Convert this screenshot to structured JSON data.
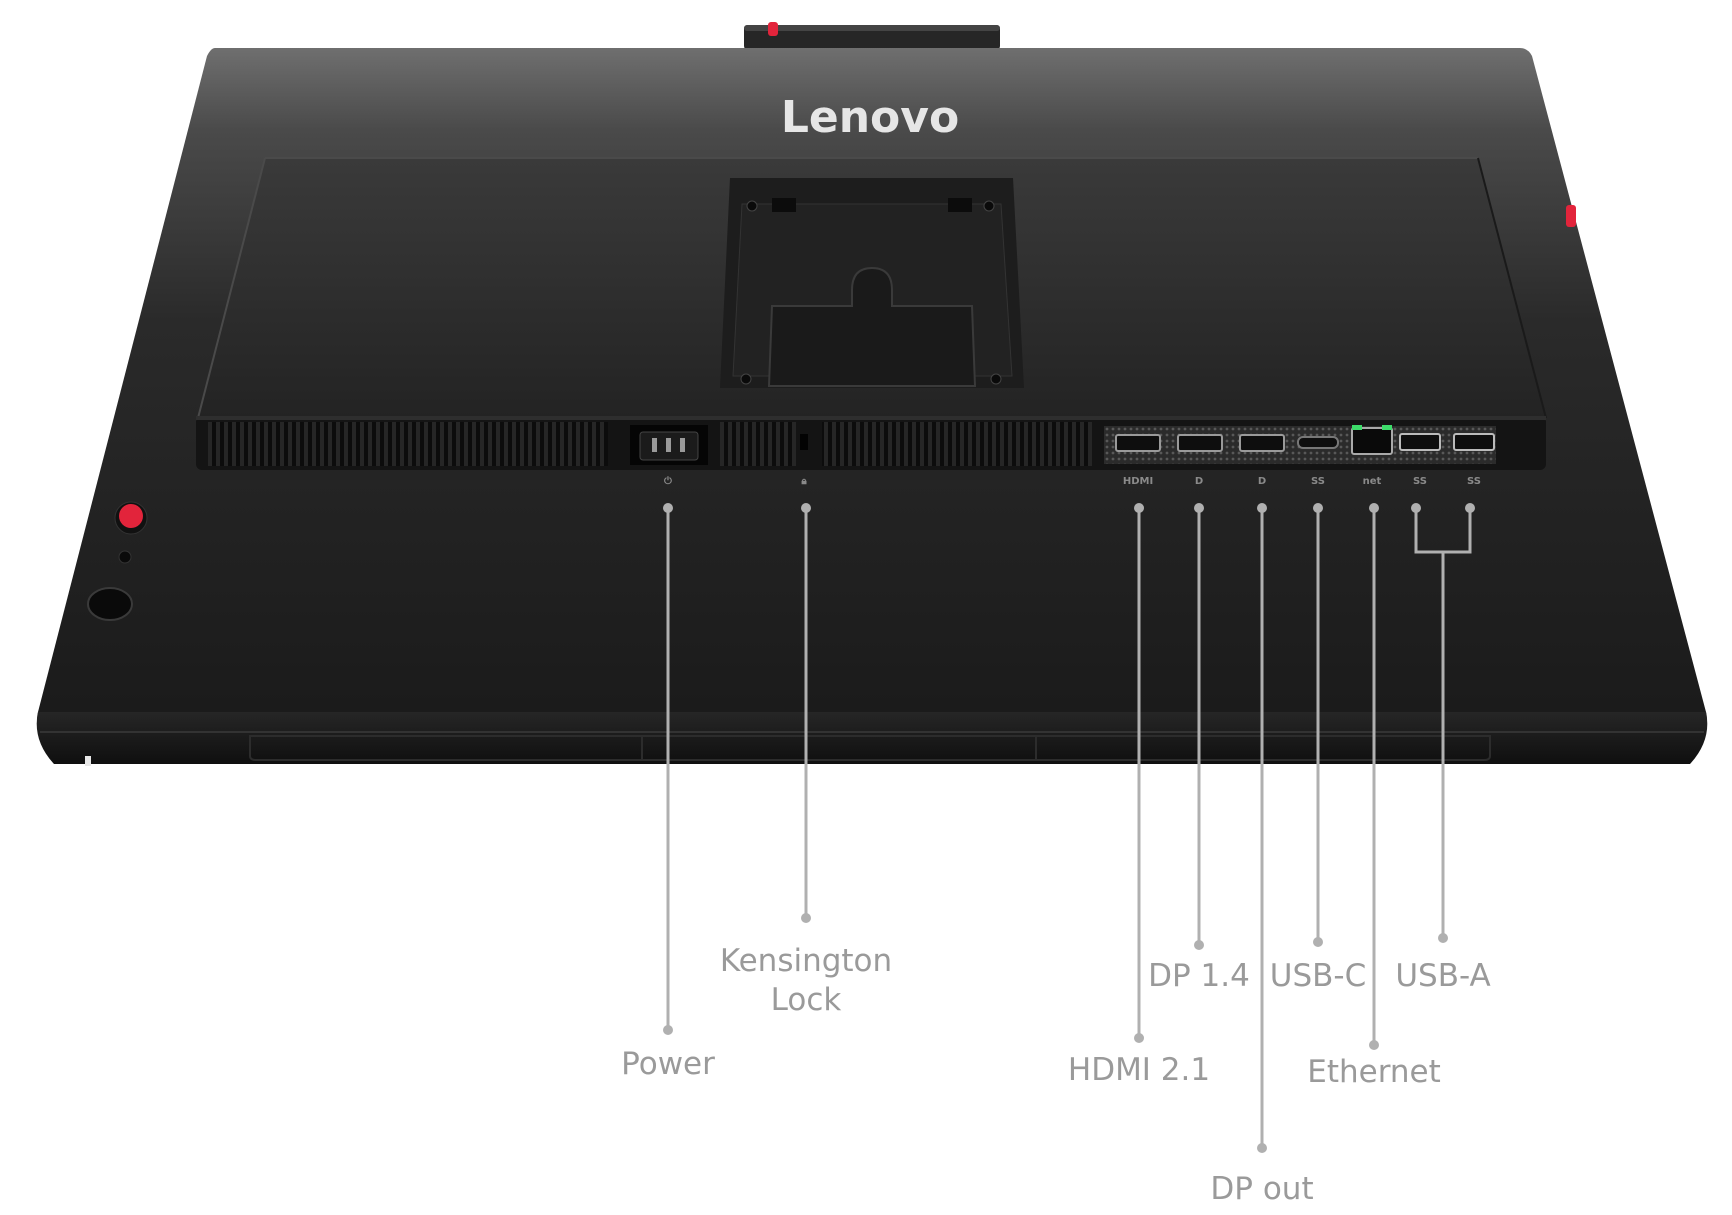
{
  "brand": {
    "logo_text": "Lenovo"
  },
  "port_icons": {
    "hdmi": "HDMI",
    "dp": "D",
    "dp_out": "D",
    "usbc": "SS",
    "ethernet": "net",
    "usba_1": "SS",
    "usba_2": "SS"
  },
  "callouts": {
    "power": "Power",
    "kensington_line1": "Kensington",
    "kensington_line2": "Lock",
    "hdmi": "HDMI 2.1",
    "dp14": "DP 1.4",
    "dp_out": "DP out",
    "usbc": "USB-C",
    "ethernet": "Ethernet",
    "usba": "USB-A"
  },
  "colors": {
    "body": "#1a1a1a",
    "body_top": "#6e6e6e",
    "accent_red": "#e2243b",
    "leader_line": "#b0b0b0",
    "label_text": "#9a9a9a",
    "ethernet_led": "#3ddc6a"
  }
}
